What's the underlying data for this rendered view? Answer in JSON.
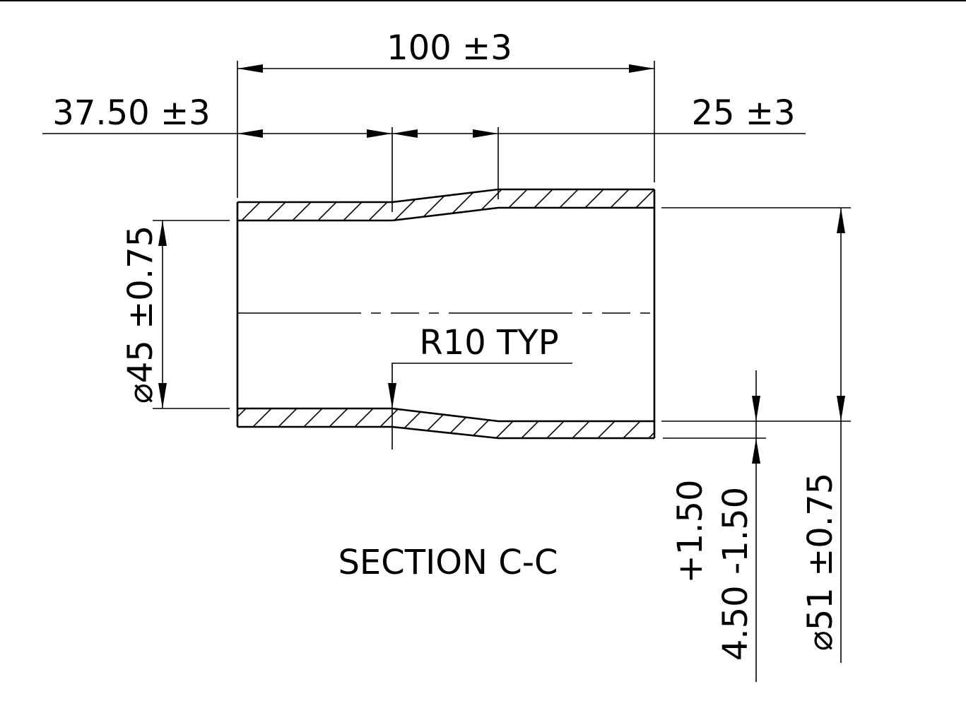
{
  "section": {
    "title": "SECTION C-C"
  },
  "dimensions": {
    "overall_length": "100 ±3",
    "left_length": "37.50 ±3",
    "right_length": "25 ±3",
    "inner_diameter_symbol": "⌀",
    "inner_diameter": "45 ±0.75",
    "outer_diameter_symbol": "⌀",
    "outer_diameter": "51 ±0.75",
    "wall_upper_tol": "+1.50",
    "wall_thickness": "4.50 -1.50",
    "radius_note": "R10 TYP"
  },
  "colors": {
    "line": "#000000",
    "background": "#ffffff"
  }
}
